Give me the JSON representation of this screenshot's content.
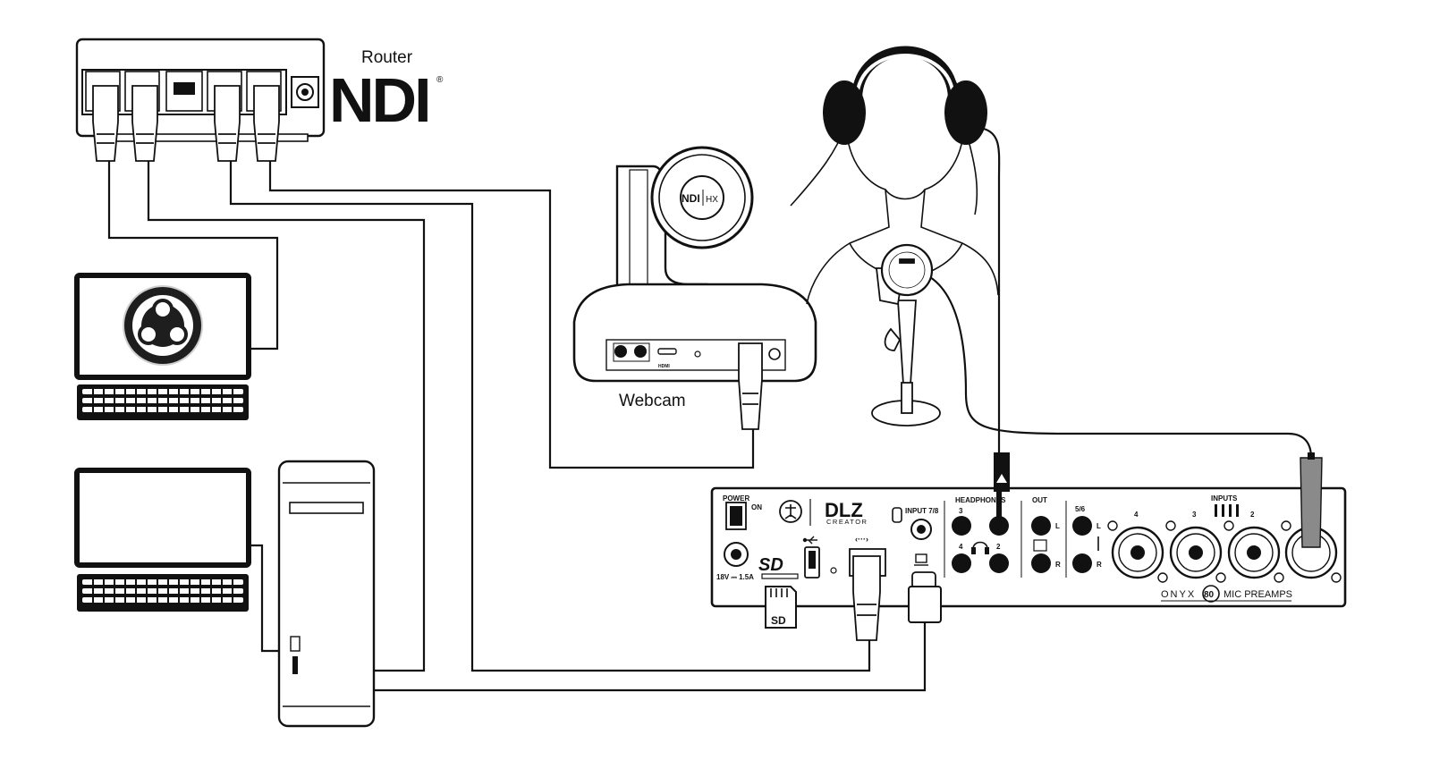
{
  "router": {
    "label": "Router",
    "brand": "NDI",
    "registered": "®"
  },
  "webcam": {
    "label": "Webcam",
    "badge_brand": "NDI",
    "badge_suffix": "HX",
    "port_labels": {
      "hdmi": "HDMI"
    }
  },
  "mixer": {
    "brand": "DLZ",
    "brand_sub": "CREATOR",
    "power_label": "POWER",
    "on_label": "ON",
    "power_rating": "18V ⎓ 1.5A",
    "sd_logo": "SD",
    "sd_card_label": "SD",
    "input78_label": "INPUT 7/8",
    "headphones_label": "HEADPHONES",
    "out_label": "OUT",
    "ch56_label": "5/6",
    "inputs_label": "INPUTS",
    "hp_numbers": [
      "3",
      "4",
      "2"
    ],
    "out_lr": [
      "L",
      "R"
    ],
    "ch56_lr": [
      "L",
      "R"
    ],
    "input_numbers": [
      "4",
      "3",
      "2"
    ],
    "preamps_prefix": "ONYX",
    "preamps_number": "80",
    "preamps_suffix": "MIC PREAMPS",
    "network_glyph": "‹···›"
  },
  "colors": {
    "line": "#111111",
    "device_fill": "#ffffff",
    "obs_dark": "#1e1e1e",
    "mic_grey": "#8a8a8a"
  },
  "icons": [
    "obs-logo-icon",
    "headphones-icon",
    "usb-icon",
    "sd-card-icon",
    "ethernet-plug-icon",
    "microphone-icon"
  ]
}
